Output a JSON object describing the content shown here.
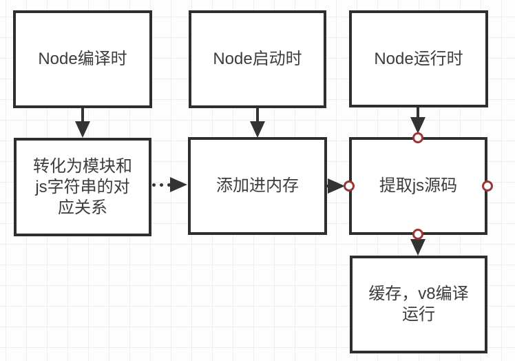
{
  "diagram": {
    "nodes": [
      {
        "id": "node-compile-time",
        "label": "Node编译时"
      },
      {
        "id": "node-startup-time",
        "label": "Node启动时"
      },
      {
        "id": "node-runtime",
        "label": "Node运行时"
      },
      {
        "id": "module-js-string-map",
        "label": "转化为模块和\njs字符串的对\n应关系"
      },
      {
        "id": "add-to-memory",
        "label": "添加进内存"
      },
      {
        "id": "extract-js-source",
        "label": "提取js源码"
      },
      {
        "id": "cache-v8-compile-run",
        "label": "缓存，v8编译\n运行"
      }
    ],
    "edges": [
      {
        "from": "node-compile-time",
        "to": "add-to-memory... placeholder",
        "style": "unused"
      }
    ],
    "connections": [
      {
        "from": "node-compile-time",
        "to": "module-js-string-map",
        "style": "solid",
        "direction": "down"
      },
      {
        "from": "node-startup-time",
        "to": "add-to-memory",
        "style": "solid",
        "direction": "down"
      },
      {
        "from": "node-runtime",
        "to": "extract-js-source",
        "style": "solid",
        "direction": "down"
      },
      {
        "from": "module-js-string-map",
        "to": "add-to-memory",
        "style": "dotted",
        "direction": "right"
      },
      {
        "from": "add-to-memory",
        "to": "extract-js-source",
        "style": "solid",
        "direction": "right"
      },
      {
        "from": "extract-js-source",
        "to": "cache-v8-compile-run",
        "style": "solid",
        "direction": "down"
      }
    ],
    "anchor_points": [
      {
        "node": "extract-js-source",
        "side": "top"
      },
      {
        "node": "extract-js-source",
        "side": "left"
      },
      {
        "node": "extract-js-source",
        "side": "right"
      },
      {
        "node": "extract-js-source",
        "side": "bottom"
      }
    ],
    "colors": {
      "node_border": "#2e2e2e",
      "node_fill": "#ffffff",
      "arrow": "#333333",
      "anchor_ring": "#9b3435",
      "grid_line": "#eeeef2",
      "background": "#fdfdfd",
      "text": "#3c3c3c"
    }
  }
}
